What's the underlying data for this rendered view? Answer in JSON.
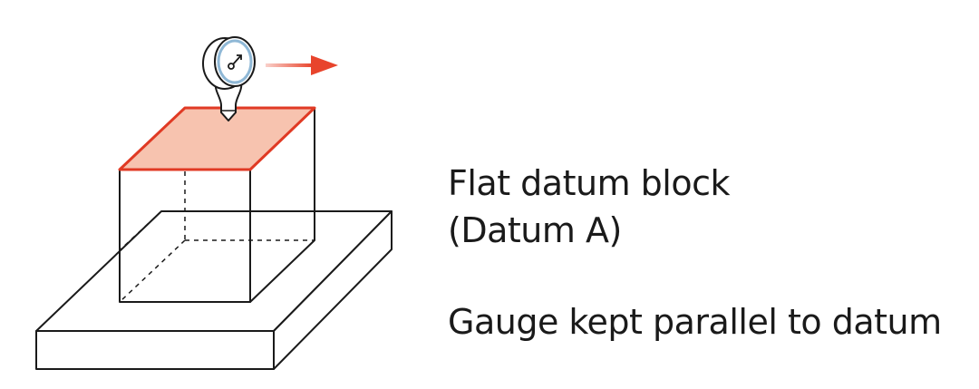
{
  "labels": {
    "block_title": "Flat datum block",
    "block_datum": "(Datum A)",
    "gauge_note": "Gauge kept parallel to datum"
  },
  "colors": {
    "line": "#1a1a1a",
    "highlight_edge": "#e03a24",
    "highlight_fill": "#f7c3af",
    "arrow": "#e8442c",
    "gauge_rim": "#8fb8d6"
  },
  "icons": {
    "gauge": "dial-gauge-icon",
    "arrow": "arrow-right-icon"
  }
}
